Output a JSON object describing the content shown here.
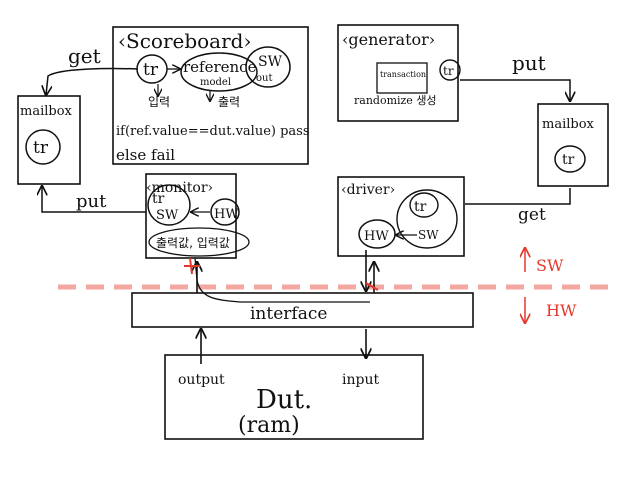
{
  "scoreboard": {
    "title": "‹Scoreboard›",
    "tr": "tr",
    "reference": "reference",
    "reference_sub": "model",
    "sw": "SW",
    "sw_sub": "out",
    "input_label": "입력",
    "output_label": "출력",
    "condition": "if(ref.value==dut.value) pass",
    "else": "else fail"
  },
  "generator": {
    "title": "‹generator›",
    "inner": "transaction",
    "randomize": "randomize 생성",
    "tr": "tr"
  },
  "mailbox_left": {
    "title": "mailbox",
    "tr": "tr"
  },
  "mailbox_right": {
    "title": "mailbox",
    "tr": "tr"
  },
  "monitor": {
    "title": "‹monitor›",
    "tr": "tr",
    "sw": "SW",
    "hw": "HW",
    "note": "출력값, 입력값"
  },
  "driver": {
    "title": "‹driver›",
    "tr": "tr",
    "hw": "HW",
    "sw": "SW"
  },
  "arrows": {
    "get_top": "get",
    "put_top": "put",
    "put_left": "put",
    "get_right": "get"
  },
  "interface": {
    "label": "interface"
  },
  "dut": {
    "output": "output",
    "input": "input",
    "title": "Dut.",
    "sub": "(ram)"
  },
  "domain_labels": {
    "sw": "SW",
    "hw": "HW"
  },
  "colors": {
    "ink": "#111111",
    "red": "#e4382c",
    "dash": "#f2a8a0"
  }
}
